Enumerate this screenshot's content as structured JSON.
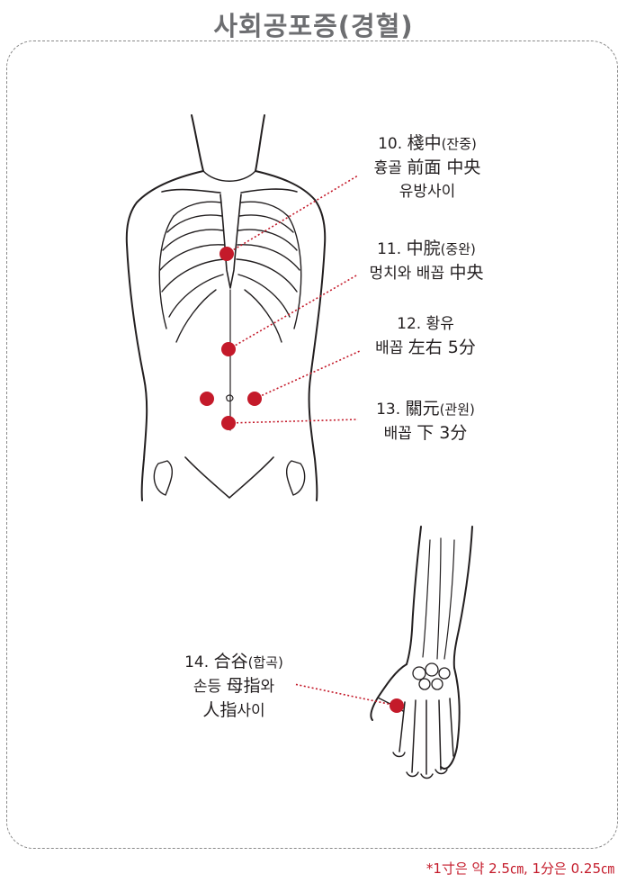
{
  "title": "사회공포증(경혈)",
  "points": [
    {
      "num": "10.",
      "hanja": "棧中",
      "reading": "(잔중)",
      "line2_a": "흉골",
      "line2_b": "前面 中央",
      "line3": "유방사이"
    },
    {
      "num": "11.",
      "hanja": "中脘",
      "reading": "(중완)",
      "line2_a": "멍치와 배꼽",
      "line2_b": "中央"
    },
    {
      "num": "12.",
      "name": "황유",
      "line2_a": "배꼽",
      "line2_b": "左右 5分"
    },
    {
      "num": "13.",
      "hanja": "關元",
      "reading": "(관원)",
      "line2_a": "배꼽",
      "line2_b": "下 3分"
    },
    {
      "num": "14.",
      "hanja": "合谷",
      "reading": "(합곡)",
      "line2_a": "손등",
      "line2_b": "母指",
      "line2_c": "와",
      "line3_a": "人指",
      "line3_b": "사이"
    }
  ],
  "footnote": "*1寸은 약 2.5㎝, 1分은 0.25㎝",
  "colors": {
    "point": "#c41a2a",
    "leader": "#c41a2a",
    "title": "#6d6e71",
    "outline": "#231f20"
  }
}
